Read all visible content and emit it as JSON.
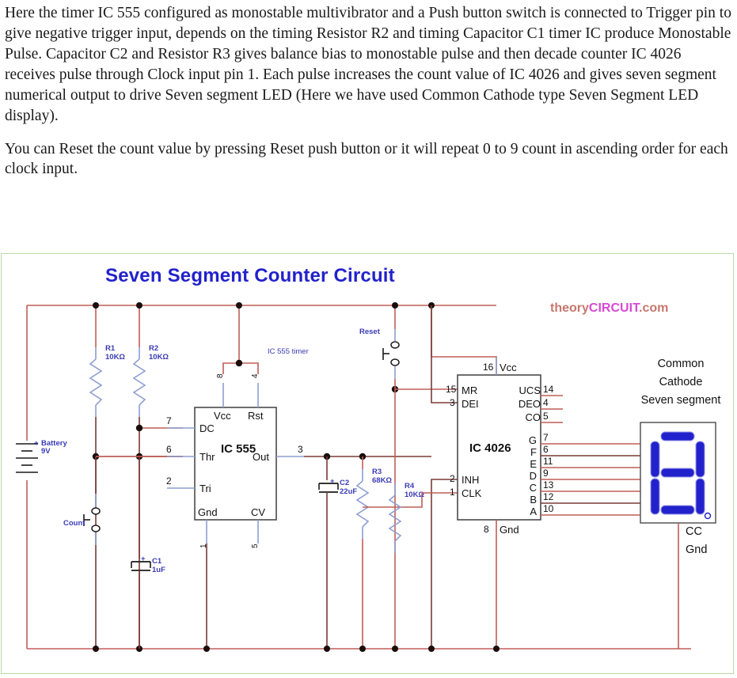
{
  "article": {
    "paragraphs": [
      "Here the timer IC 555 configured as monostable multivibrator and a Push button switch is connected to Trigger pin to give negative trigger input, depends on the timing Resistor R2 and timing Capacitor C1 timer IC produce Monostable Pulse. Capacitor C2 and Resistor R3 gives balance bias to monostable pulse and then decade counter IC 4026 receives pulse through Clock input pin 1. Each pulse increases the count value of IC 4026 and gives seven segment numerical output to drive Seven segment LED (Here we have used Common Cathode type Seven Segment LED display).",
      "You can Reset the count value by pressing Reset push button or it will repeat 0 to 9 count in ascending order for each clock input."
    ]
  },
  "figure": {
    "title": "Seven Segment Counter Circuit",
    "watermark": {
      "part1": "theory",
      "part2": "CIRCUIT",
      "part3": ".com"
    },
    "border_color": "#bcd9a8",
    "title_color": "#2222cc",
    "wire_color": "#bf5f58",
    "lead_color": "#8e9fd0",
    "label_color": "#3b3bb5",
    "segment_color": "#2222cc",
    "ic555": {
      "name": "IC 555",
      "caption": "IC 555 timer",
      "pins_left": [
        {
          "label": "DC",
          "num": "7"
        },
        {
          "label": "Thr",
          "num": "6"
        },
        {
          "label": "Tri",
          "num": "2"
        }
      ],
      "pins_top": [
        {
          "label": "Vcc",
          "num": "8"
        },
        {
          "label": "Rst",
          "num": "4"
        }
      ],
      "pins_right": [
        {
          "label": "Out",
          "num": "3"
        }
      ],
      "pins_bottom": [
        {
          "label": "Gnd",
          "num": "1"
        },
        {
          "label": "CV",
          "num": "5"
        }
      ]
    },
    "ic4026": {
      "name": "IC 4026",
      "pins_top": [
        {
          "label": "Vcc",
          "num": "16"
        }
      ],
      "pins_bottom": [
        {
          "label": "Gnd",
          "num": "8"
        }
      ],
      "pins_left": [
        {
          "label": "MR",
          "num": "15"
        },
        {
          "label": "DEI",
          "num": "3"
        },
        {
          "label": "INH",
          "num": "2"
        },
        {
          "label": "CLK",
          "num": "1"
        }
      ],
      "pins_right": [
        {
          "label": "UCS",
          "num": "14"
        },
        {
          "label": "DEO",
          "num": "4"
        },
        {
          "label": "CO",
          "num": "5"
        },
        {
          "label": "G",
          "num": "7"
        },
        {
          "label": "F",
          "num": "6"
        },
        {
          "label": "E",
          "num": "11"
        },
        {
          "label": "D",
          "num": "9"
        },
        {
          "label": "C",
          "num": "13"
        },
        {
          "label": "B",
          "num": "12"
        },
        {
          "label": "A",
          "num": "10"
        }
      ]
    },
    "components": [
      {
        "ref": "R1",
        "value": "10KΩ"
      },
      {
        "ref": "R2",
        "value": "10KΩ"
      },
      {
        "ref": "R3",
        "value": "68KΩ"
      },
      {
        "ref": "R4",
        "value": "10KΩ"
      },
      {
        "ref": "C1",
        "value": "1uF"
      },
      {
        "ref": "C2",
        "value": "22uF"
      }
    ],
    "battery": {
      "ref": "Battery",
      "value": "9V",
      "polarity": "+"
    },
    "switches": [
      {
        "label": "Count"
      },
      {
        "label": "Reset"
      }
    ],
    "display": {
      "caption_line1": "Common",
      "caption_line2": "Cathode",
      "caption_line3": "Seven segment",
      "common_label_line1": "CC",
      "common_label_line2": "Gnd"
    }
  }
}
